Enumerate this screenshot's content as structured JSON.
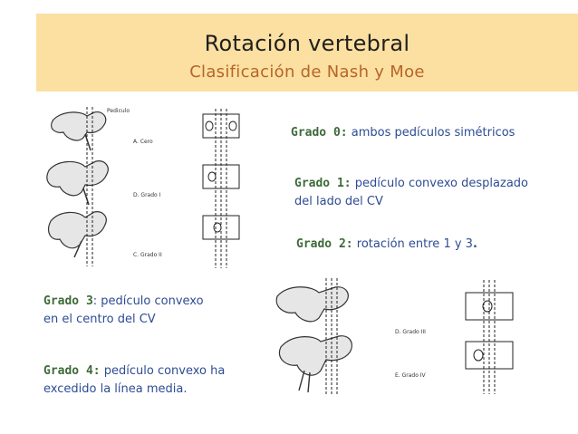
{
  "header": {
    "title": "Rotación vertebral",
    "subtitle": "Clasificación de Nash y Moe"
  },
  "grades": {
    "g0": {
      "key": "Grado 0:",
      "line1": " ambos pedículos simétricos"
    },
    "g1": {
      "key": "Grado 1:",
      "line1": " pedículo convexo desplazado",
      "line2": "del lado del CV"
    },
    "g2": {
      "key": "Grado 2:",
      "line1": " rotación entre 1 y 3",
      "end": "."
    },
    "g3": {
      "key": "Grado 3",
      "line1": ": pedículo convexo",
      "line2": "en el centro del CV"
    },
    "g4": {
      "key": "Grado 4:",
      "line1": " pedículo convexo ha",
      "line2": "excedido la línea media."
    }
  },
  "figure_top": {
    "labels": {
      "pediculo": "Pediculo",
      "cero": "A. Cero",
      "grado1": "D. Grado I",
      "grado2": "C. Grado II"
    }
  },
  "figure_bottom": {
    "labels": {
      "grado3": "D. Grado III",
      "grado4": "E. Grado IV"
    }
  },
  "colors": {
    "title_band": "#fbe0a1",
    "subtitle": "#b7642a",
    "grade_key": "#3d6a39",
    "grade_text": "#2d4c93"
  }
}
